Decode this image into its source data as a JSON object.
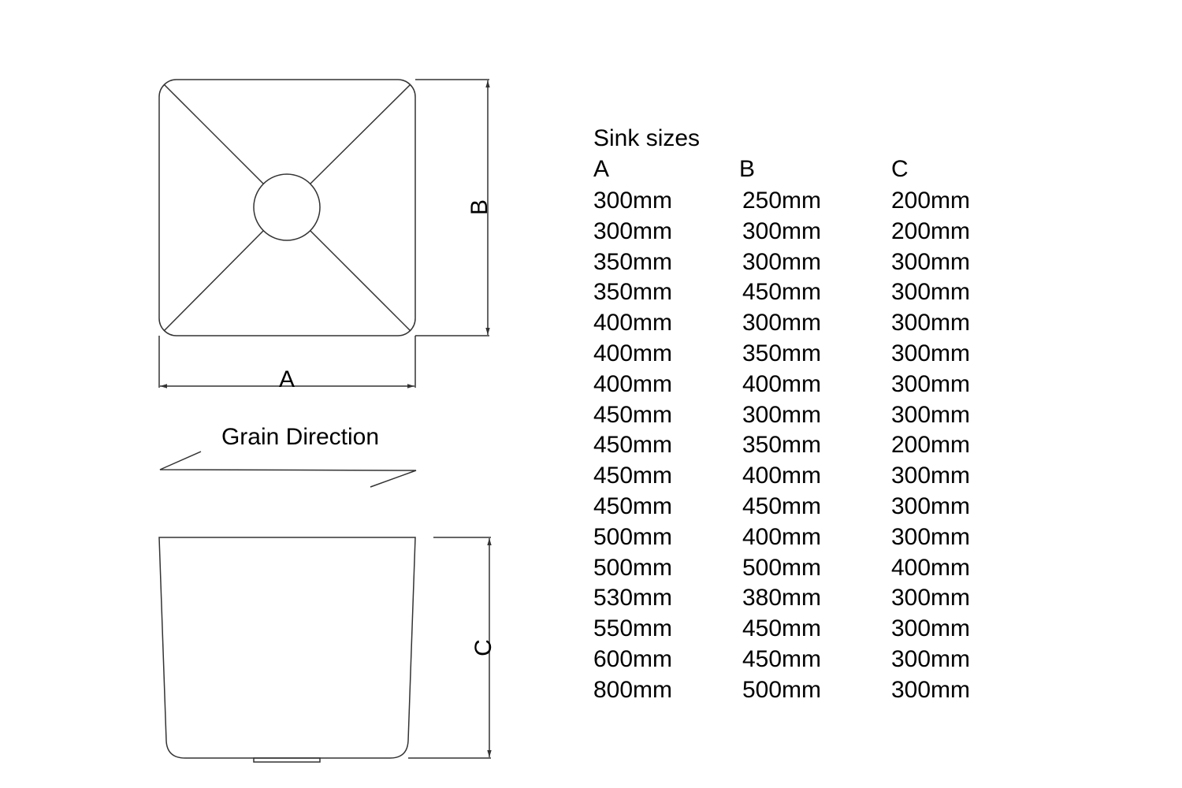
{
  "drawing": {
    "dim_a": "A",
    "dim_b": "B",
    "dim_c": "C",
    "grain_label": "Grain Direction",
    "line_color": "#333333"
  },
  "table": {
    "title": "Sink sizes",
    "headers": [
      "A",
      "B",
      "C"
    ],
    "rows": [
      [
        "300mm",
        "250mm",
        "200mm"
      ],
      [
        "300mm",
        "300mm",
        "200mm"
      ],
      [
        "350mm",
        "300mm",
        "300mm"
      ],
      [
        "350mm",
        "450mm",
        "300mm"
      ],
      [
        "400mm",
        "300mm",
        "300mm"
      ],
      [
        "400mm",
        "350mm",
        "300mm"
      ],
      [
        "400mm",
        "400mm",
        "300mm"
      ],
      [
        "450mm",
        "300mm",
        "300mm"
      ],
      [
        "450mm",
        "350mm",
        "200mm"
      ],
      [
        "450mm",
        "400mm",
        "300mm"
      ],
      [
        "450mm",
        "450mm",
        "300mm"
      ],
      [
        "500mm",
        "400mm",
        "300mm"
      ],
      [
        "500mm",
        "500mm",
        "400mm"
      ],
      [
        "530mm",
        "380mm",
        "300mm"
      ],
      [
        "550mm",
        "450mm",
        "300mm"
      ],
      [
        "600mm",
        "450mm",
        "300mm"
      ],
      [
        "800mm",
        "500mm",
        "300mm"
      ]
    ]
  }
}
